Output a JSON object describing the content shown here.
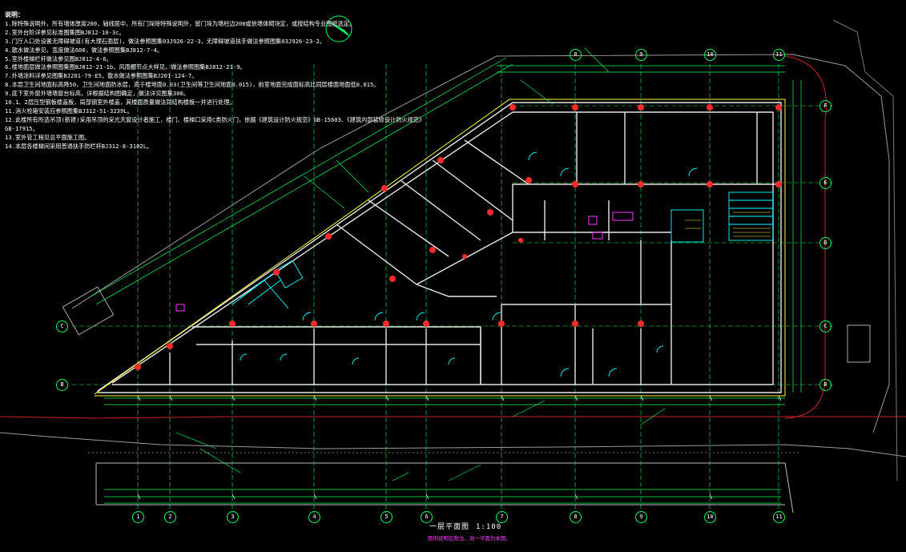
{
  "drawing": {
    "notes_header": "说明：",
    "notes": [
      "1.除特殊说明外，所有墙体厚度200，轴线居中，所有门垛除特殊说明外，留门垛为墙柱边200或依墙体砌块定，或按结构专业图纸选定。",
      "2.室外台阶详参见标准图集图BJ812-10-3c。",
      "3.门厅入口处设置无障碍坡道(有大理石面层)，做法参照图集03J926-22-3，无障碍坡道扶手做法参照图集03J926-23-2。",
      "4.散水做法参见，宽度做法600，做法参照图集BJ812-7-4。",
      "5.室外楼梯栏杆做法参见图BJ812-4-6。",
      "6.楼地面层做法参照图集图BJ812-21-1b，风雨棚节点大样见，做法参照图集BJ812-21-9。",
      "7.外墙涂料详参见图集BJ201-79-E5，散水做法参照图集BJ201-124-7。",
      "8.本层卫生间地面标高降50，卫生间地面防水层，高于楼地面0.03(卫生间等卫生间地面0.015)，前室地面完成面标高比同层楼面地面低0.015。",
      "9.底下室外窗外墙墙窗台标高，详根据结构图确定，做法详见图集300。",
      "10.1、2层压型钢板楼盖板，局部钢室外楼盖，其楼面质量做法同结构楼板一并进行处理。",
      "11.消火栓箱安装应参照图集BJ312-51-3239L。",
      "12.此楼所有所选吊顶(新建)采用吊顶的采光天窗设计者施工，楼门、楼梯口采用C类防火门，依据《建筑设计防火规范》GB-15603、《建筑内部装修设计防火规范》",
      "GB-17915。",
      "13.室外管工程见总平面施工图。",
      "14.本层各楼梯间采用普通扶手防栏杆BJ312-8-3102L。"
    ],
    "title": "一层平面图",
    "scale": "1:100",
    "subtitle": "图例说明见附注，另一平面为本图。",
    "axis_numbers": [
      "1",
      "2",
      "3",
      "4",
      "5",
      "6",
      "7",
      "8",
      "9",
      "10",
      "11"
    ],
    "axis_letters": [
      "F",
      "E",
      "D",
      "C",
      "B"
    ]
  },
  "colors": {
    "wall": "#e6e6e6",
    "axis": "#00ff55",
    "dim": "#00ff55",
    "column": "#ff2a2a",
    "cyan": "#00ffff",
    "yellow": "#ffff33",
    "magenta": "#ff33ff",
    "red_line": "#ff2020"
  }
}
